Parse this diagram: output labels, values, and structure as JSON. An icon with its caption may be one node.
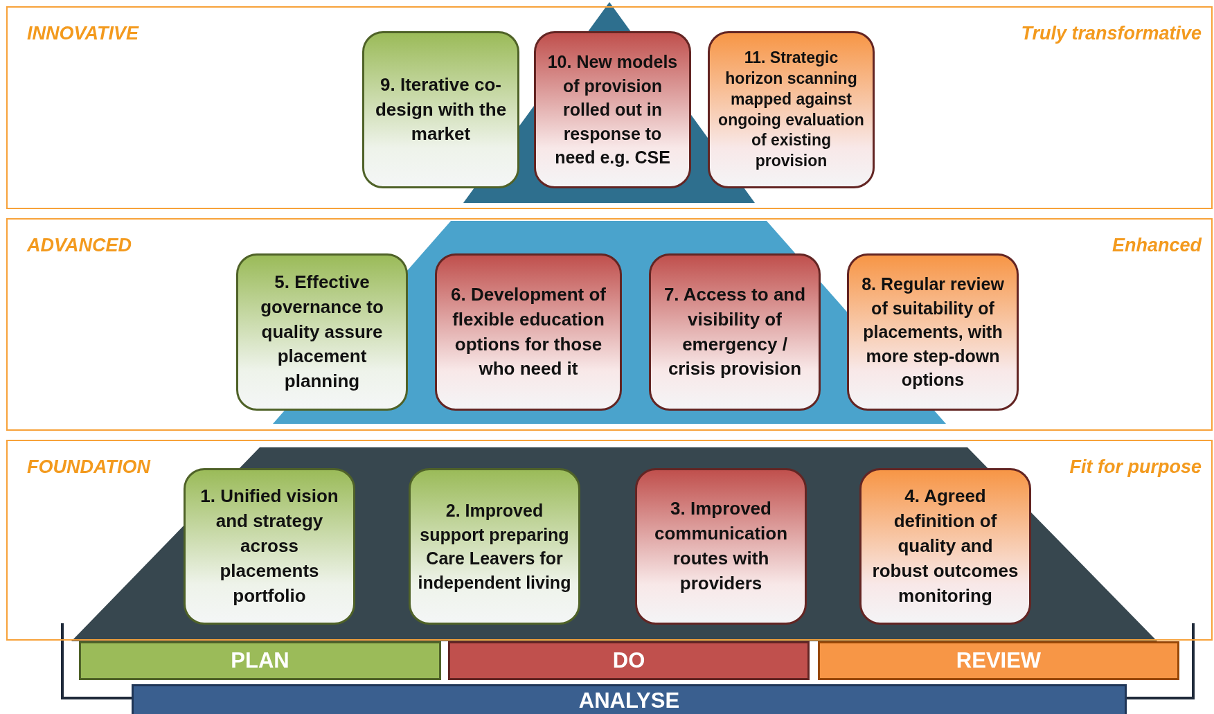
{
  "diagram": {
    "nodes": [
      {
        "text": [
          "INNOVATIVE",
          "Truly transformative"
        ]
      },
      {
        "text": [
          "9. Iterative co-design with the market"
        ],
        "in": 0
      },
      {
        "text": [
          "10. New models of provision rolled out in response to need e.g. CSE"
        ],
        "in": 0
      },
      {
        "text": [
          "11. Strategic horizon scanning mapped against ongoing evaluation of existing provision"
        ],
        "in": 0
      },
      {
        "text": [
          "ADVANCED",
          "Enhanced"
        ]
      },
      {
        "text": [
          "5. Effective governance to quality assure placement planning"
        ],
        "in": 4
      },
      {
        "text": [
          "6. Development of flexible education options for those who need it"
        ],
        "in": 4
      },
      {
        "text": [
          "7. Access to and visibility of emergency / crisis provision"
        ],
        "in": 4
      },
      {
        "text": [
          "8. Regular review of suitability of placements, with more step-down options"
        ],
        "in": 4
      },
      {
        "text": [
          "FOUNDATION",
          "Fit for purpose"
        ]
      },
      {
        "text": [
          "1. Unified vision and strategy across placements portfolio"
        ],
        "in": 9
      },
      {
        "text": [
          "2. Improved support preparing Care Leavers for independent living"
        ],
        "in": 9
      },
      {
        "text": [
          "3. Improved communication routes with providers"
        ],
        "in": 9
      },
      {
        "text": [
          "4. Agreed definition of quality and robust outcomes monitoring"
        ],
        "in": 9
      },
      {
        "text": [
          "PLAN"
        ]
      },
      {
        "text": [
          "DO"
        ]
      },
      {
        "text": [
          "REVIEW"
        ]
      },
      {
        "text": [
          "ANALYSE"
        ]
      }
    ]
  }
}
